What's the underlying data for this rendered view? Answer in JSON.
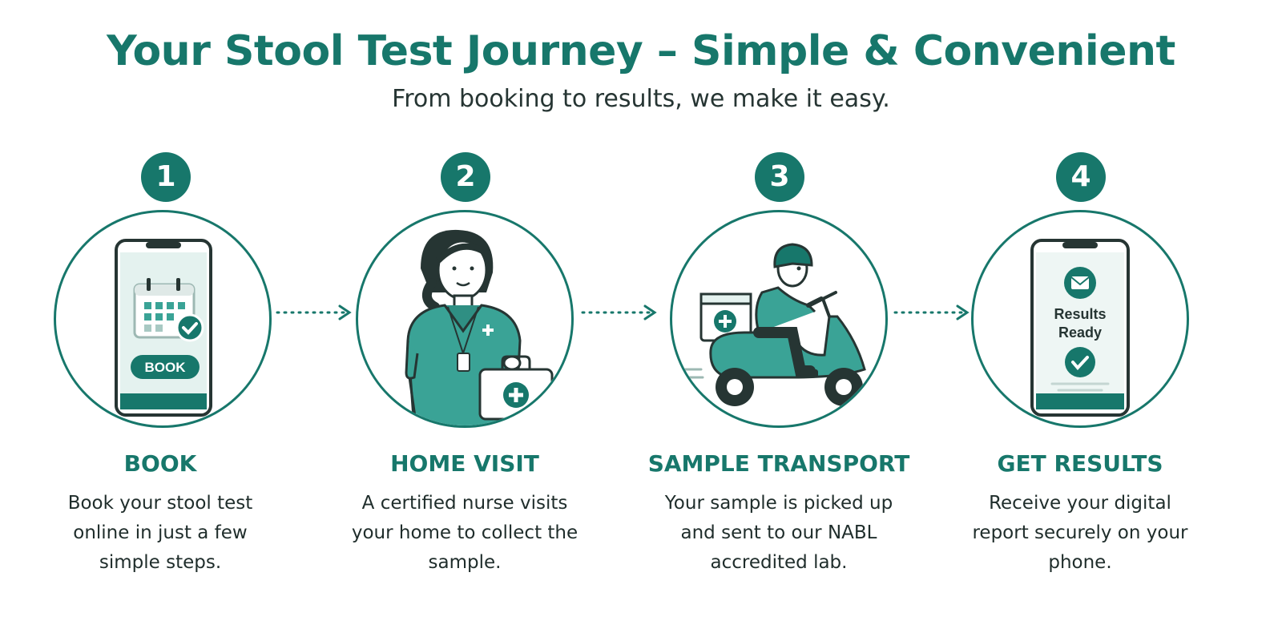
{
  "header": {
    "title": "Your Stool Test Journey – Simple & Convenient",
    "subtitle": "From booking to results, we make it easy."
  },
  "steps": [
    {
      "number": "1",
      "title": "BOOK",
      "description": "Book your stool test online in just a few simple steps.",
      "button_label": "BOOK",
      "illustration": "phone-calendar-icon"
    },
    {
      "number": "2",
      "title": "HOME VISIT",
      "description": "A certified nurse visits your home to collect the sample.",
      "illustration": "nurse-medical-kit-icon"
    },
    {
      "number": "3",
      "title": "SAMPLE TRANSPORT",
      "description": "Your sample is picked up and sent to our NABL accredited lab.",
      "illustration": "scooter-courier-icon"
    },
    {
      "number": "4",
      "title": "GET RESULTS",
      "description": "Receive your digital report securely on your phone.",
      "screen_text_1": "Results",
      "screen_text_2": "Ready",
      "illustration": "phone-results-icon"
    }
  ],
  "colors": {
    "primary": "#17776b",
    "accent": "#3aa396",
    "dark": "#263533"
  }
}
